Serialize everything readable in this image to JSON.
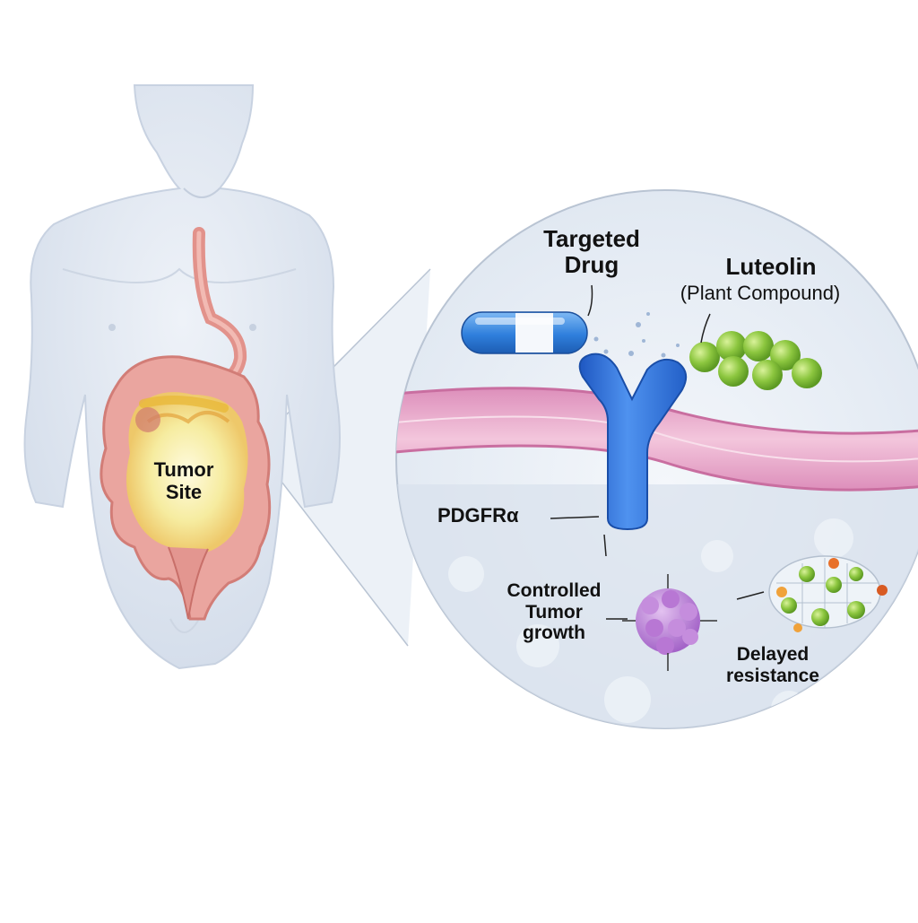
{
  "labels": {
    "tumor_site": [
      "Tumor",
      "Site"
    ],
    "targeted_drug": [
      "Targeted",
      "Drug"
    ],
    "luteolin": "Luteolin",
    "plant_compound": "(Plant Compound)",
    "receptor": "PDGFRα",
    "controlled_growth": [
      "Controlled",
      "Tumor",
      "growth"
    ],
    "delayed_resistance": [
      "Delayed",
      "resistance"
    ]
  },
  "colors": {
    "body": "#dfe6f1",
    "intestine": "#e39a93",
    "tumor": "#f3e37a",
    "capsule_blue": "#3e8be3",
    "receptor": "#2e6fd8",
    "membrane": "#e9a6c7",
    "luteolin": "#8cc63f",
    "tumor_cluster": "#b57ad1"
  }
}
